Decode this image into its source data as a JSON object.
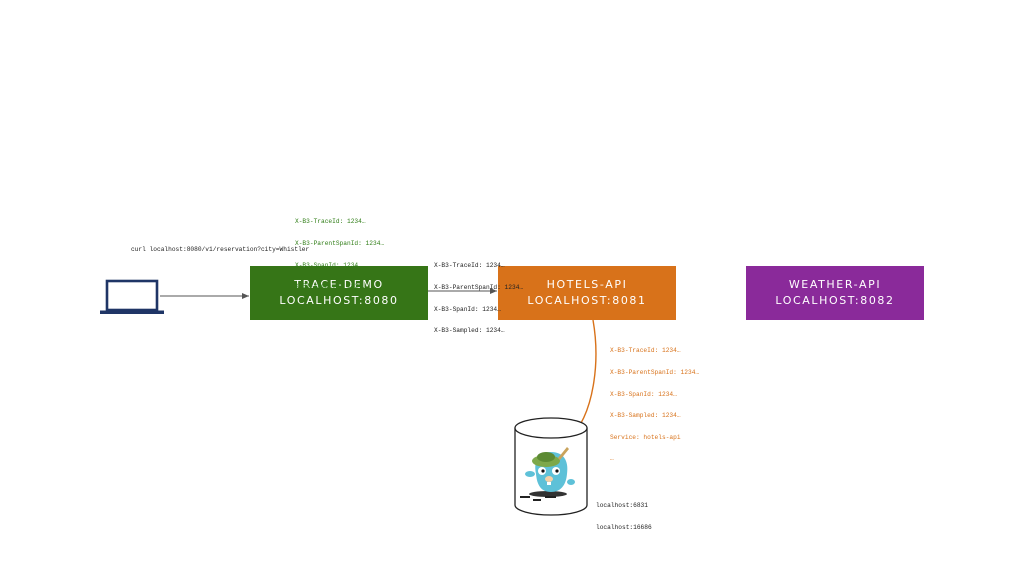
{
  "colors": {
    "trace_demo": "#367517",
    "hotels_api": "#d8721a",
    "weather_api": "#8a2a9a",
    "laptop": "#1f3566",
    "green_text": "#2f7d16",
    "orange_text": "#d8721a",
    "arrow": "#555555"
  },
  "curl_command": "curl localhost:8080/v1/reservation?city=Whistler",
  "services": {
    "trace_demo": {
      "name": "TRACE-DEMO",
      "address": "LOCALHOST:8080"
    },
    "hotels_api": {
      "name": "HOTELS-API",
      "address": "LOCALHOST:8081"
    },
    "weather_api": {
      "name": "WEATHER-API",
      "address": "LOCALHOST:8082"
    }
  },
  "headers_green": [
    "X-B3-TraceId: 1234…",
    "X-B3-ParentSpanId: 1234…",
    "X-B3-SpanId: 1234…",
    "X-B3-Sampled: 1234…"
  ],
  "headers_mid": [
    "X-B3-TraceId: 1234…",
    "X-B3-ParentSpanId: 1234…",
    "X-B3-SpanId: 1234…",
    "X-B3-Sampled: 1234…"
  ],
  "headers_orange": [
    "X-B3-TraceId: 1234…",
    "X-B3-ParentSpanId: 1234…",
    "X-B3-SpanId: 1234…",
    "X-B3-Sampled: 1234…",
    "Service: hotels-api",
    "…"
  ],
  "collector_ports": [
    "localhost:6831",
    "localhost:16686"
  ],
  "icons": {
    "client": "laptop-icon",
    "collector": "database-cylinder-icon",
    "mascot": "gopher-mascot-icon"
  }
}
